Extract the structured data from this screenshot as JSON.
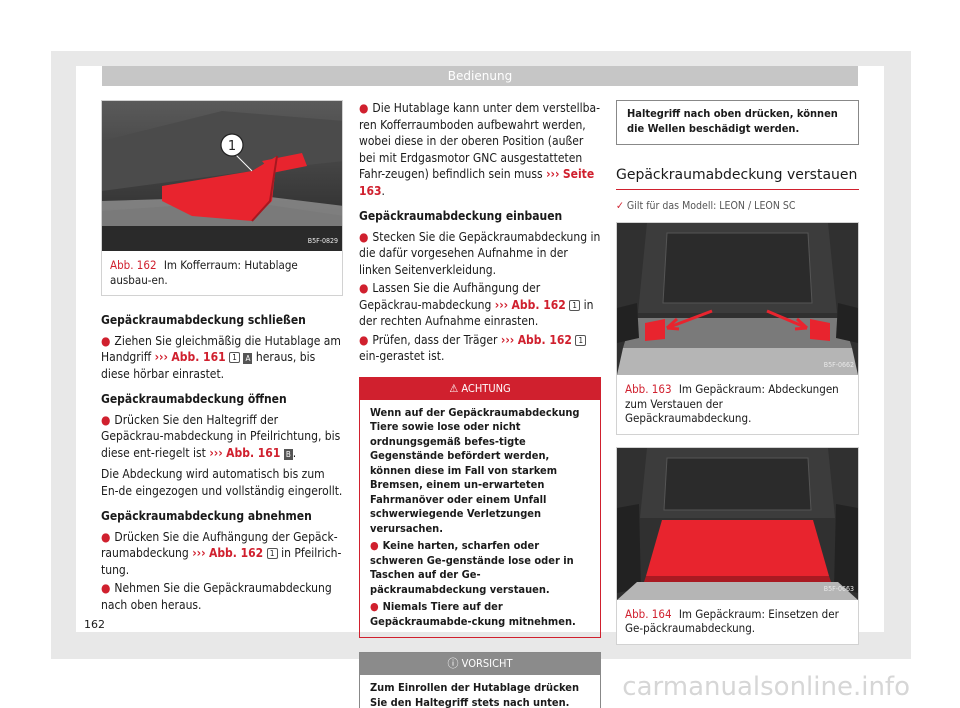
{
  "header": {
    "title": "Bedienung"
  },
  "page_number": "162",
  "footer": {
    "watermark": "carmanualsonline.info"
  },
  "col1": {
    "figure": {
      "num": "Abb. 162",
      "caption": "Im Kofferraum: Hutablage ausbau-en.",
      "image_code": "B5F-0829",
      "callout": "1"
    },
    "s1": {
      "heading": "Gepäckraumabdeckung schließen",
      "b1_text": "Ziehen Sie gleichmäßig die Hutablage am Handgriff",
      "b1_ref": "Abb. 161",
      "b1_num": "1",
      "b1_letter": "A",
      "b1_tail": "heraus, bis diese hörbar einrastet."
    },
    "s2": {
      "heading": "Gepäckraumabdeckung öffnen",
      "b1_text": "Drücken Sie den Haltegriff der Gepäckrau-mabdeckung in Pfeilrichtung, bis diese ent-riegelt ist",
      "b1_ref": "Abb. 161",
      "b1_letter": "B",
      "para": "Die Abdeckung wird automatisch bis zum En-de eingezogen und vollständig eingerollt."
    },
    "s3": {
      "heading": "Gepäckraumabdeckung abnehmen",
      "b1_text": "Drücken Sie die Aufhängung der Gepäck-raumabdeckung",
      "b1_ref": "Abb. 162",
      "b1_num": "1",
      "b1_tail": "in Pfeilrich-tung.",
      "b2_text": "Nehmen Sie die Gepäckraumabdeckung nach oben heraus."
    }
  },
  "col2": {
    "b1_text": "Die Hutablage kann unter dem verstellba-ren Kofferraumboden aufbewahrt werden, wobei diese in der oberen Position (außer bei mit Erdgasmotor GNC ausgestatteten Fahr-zeugen) befindlich sein muss",
    "b1_ref": "Seite 163",
    "heading": "Gepäckraumabdeckung einbauen",
    "b2_text": "Stecken Sie die Gepäckraumabdeckung in die dafür vorgesehen Aufnahme in der linken Seitenverkleidung.",
    "b3_text": "Lassen Sie die Aufhängung der Gepäckrau-mabdeckung",
    "b3_ref": "Abb. 162",
    "b3_num": "1",
    "b3_tail": "in der rechten Aufnahme einrasten.",
    "b4_text": "Prüfen, dass der Träger",
    "b4_ref": "Abb. 162",
    "b4_num": "1",
    "b4_tail": "ein-gerastet ist.",
    "warning": {
      "title": "ACHTUNG",
      "p1": "Wenn auf der Gepäckraumabdeckung Tiere sowie lose oder nicht ordnungsgemäß befes-tigte Gegenstände befördert werden, können diese im Fall von starkem Bremsen, einem un-erwarteten Fahrmanöver oder einem Unfall schwerwiegende Verletzungen verursachen.",
      "b1": "Keine harten, scharfen oder schweren Ge-genstände lose oder in Taschen auf der Ge-päckraumabdeckung verstauen.",
      "b2": "Niemals Tiere auf der Gepäckraumabde-ckung mitnehmen."
    },
    "caution": {
      "title": "VORSICHT",
      "p1": "Zum Einrollen der Hutablage drücken Sie den Haltegriff stets nach unten. Wenn Sie den"
    }
  },
  "col3": {
    "caution_cont": "Haltegriff nach oben drücken, können die Wellen beschädigt werden.",
    "section_title": "Gepäckraumabdeckung verstauen",
    "applies": "Gilt für das Modell: LEON / LEON SC",
    "fig163": {
      "num": "Abb. 163",
      "caption": "Im Gepäckraum: Abdeckungen zum Verstauen der Gepäckraumabdeckung.",
      "image_code": "B5F-0662"
    },
    "fig164": {
      "num": "Abb. 164",
      "caption": "Im Gepäckraum: Einsetzen der Ge-päckraumabdeckung.",
      "image_code": "B5F-0663"
    }
  },
  "colors": {
    "accent": "#d0202e",
    "header_bg": "#c6c6c6"
  }
}
